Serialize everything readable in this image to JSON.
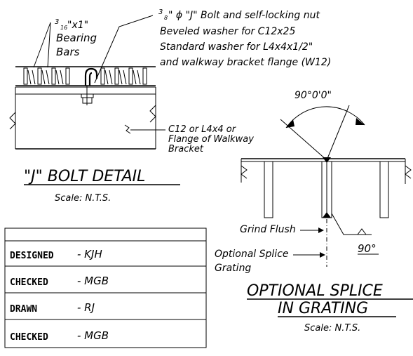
{
  "jbolt_detail": {
    "bearing_bar_size_sup": "3",
    "bearing_bar_size_sub": "16",
    "bearing_bar_size_rest": "\"x1\"",
    "bearing_bars_line1": "Bearing",
    "bearing_bars_line2": "Bars",
    "bolt_note_sup": "3",
    "bolt_note_sub": "8",
    "bolt_note_line1": "\" ϕ \"J\" Bolt and self-locking nut",
    "bolt_note_line2": "Beveled washer for C12x25",
    "bolt_note_line3": "Standard washer for L4x4x1/2\"",
    "bolt_note_line4": "and walkway bracket flange (W12)",
    "support_note_line1": "C12 or L4x4 or",
    "support_note_line2": "Flange of Walkway",
    "support_note_line3": "Bracket",
    "title": "\"J\" BOLT DETAIL",
    "scale": "Scale: N.T.S."
  },
  "splice_detail": {
    "angle_top": "90°0'0\"",
    "grind_flush": "Grind Flush",
    "angle_right": "90°",
    "optional_splice_line1": "Optional Splice",
    "optional_splice_line2": "Grating",
    "title_line1": "OPTIONAL SPLICE",
    "title_line2": "IN GRATING",
    "scale": "Scale: N.T.S."
  },
  "title_block": {
    "rows": [
      {
        "label": "DESIGNED",
        "value": "- KJH"
      },
      {
        "label": "CHECKED",
        "value": "- MGB"
      },
      {
        "label": "DRAWN",
        "value": "- RJ"
      },
      {
        "label": "CHECKED",
        "value": "- MGB"
      }
    ]
  }
}
